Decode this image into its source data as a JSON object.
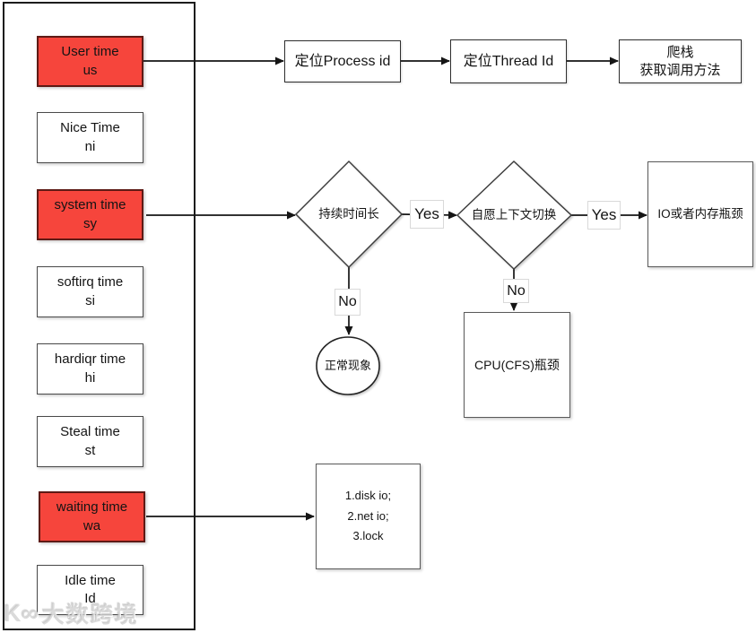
{
  "sidebar": {
    "items": [
      {
        "line1": "User time",
        "line2": "us",
        "variant": "red"
      },
      {
        "line1": "Nice Time",
        "line2": "ni",
        "variant": "white"
      },
      {
        "line1": "system time",
        "line2": "sy",
        "variant": "red"
      },
      {
        "line1": "softirq time",
        "line2": "si",
        "variant": "white"
      },
      {
        "line1": "hardiqr time",
        "line2": "hi",
        "variant": "white"
      },
      {
        "line1": "Steal time",
        "line2": "st",
        "variant": "white"
      },
      {
        "line1": "waiting time",
        "line2": "wa",
        "variant": "red"
      },
      {
        "line1": "Idle time",
        "line2": "Id",
        "variant": "white"
      }
    ]
  },
  "top_flow": {
    "step1": "定位Process id",
    "step2": "定位Thread Id",
    "step3_line1": "爬栈",
    "step3_line2": "获取调用方法"
  },
  "mid_flow": {
    "decision1": "持续时间长",
    "decision2": "自愿上下文切换",
    "yes1": "Yes",
    "yes2": "Yes",
    "no1": "No",
    "no2": "No",
    "result_io": "IO或者内存瓶颈",
    "result_cpu": "CPU(CFS)瓶颈",
    "result_normal": "正常现象"
  },
  "bottom_flow": {
    "line1": "1.disk io;",
    "line2": "2.net io;",
    "line3": "3.lock"
  },
  "watermark": {
    "logo": "K∞",
    "text": "大数跨境"
  },
  "colors": {
    "red_fill": "#f6453c",
    "red_border": "#5e1a15",
    "line": "#151515",
    "shape_border": "#4a4a4a"
  }
}
